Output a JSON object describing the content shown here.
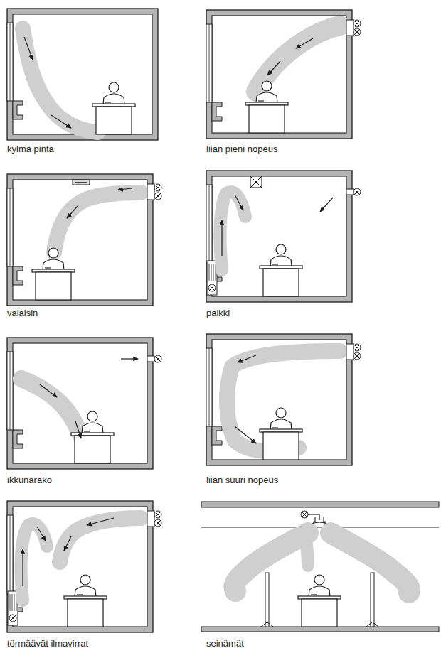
{
  "diagram": {
    "labels": [
      "kylmä pinta",
      "liian pieni nopeus",
      "valaisin",
      "palkki",
      "ikkunarako",
      "liian suuri nopeus",
      "törmäävät ilmavirrat",
      "seinämät"
    ]
  }
}
